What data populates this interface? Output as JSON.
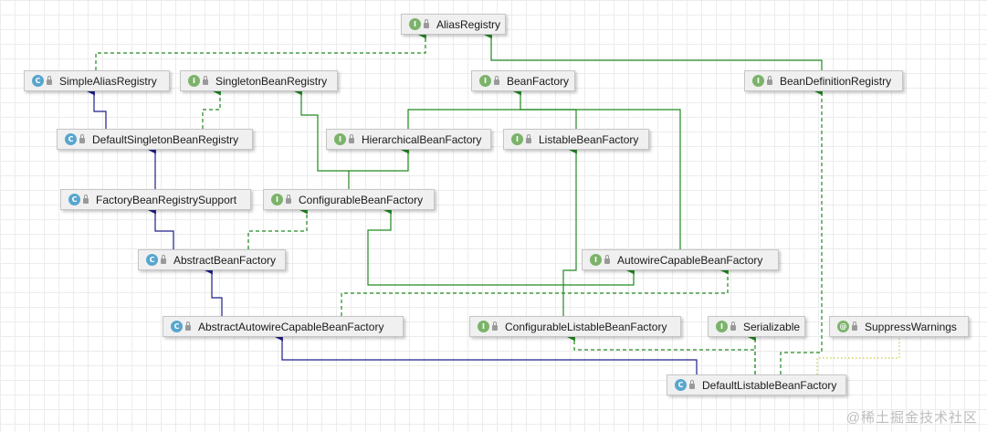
{
  "colors": {
    "inherit": "#1f1f8a",
    "implement": "#218a21",
    "dependency": "#c8c840"
  },
  "nodes": {
    "alias_registry": {
      "label": "AliasRegistry",
      "kind": "interface",
      "icon": "interface-icon"
    },
    "simple_alias_registry": {
      "label": "SimpleAliasRegistry",
      "kind": "class",
      "icon": "class-icon"
    },
    "singleton_bean_registry": {
      "label": "SingletonBeanRegistry",
      "kind": "interface",
      "icon": "interface-icon"
    },
    "bean_factory": {
      "label": "BeanFactory",
      "kind": "interface",
      "icon": "interface-icon"
    },
    "bean_definition_registry": {
      "label": "BeanDefinitionRegistry",
      "kind": "interface",
      "icon": "interface-icon"
    },
    "default_singleton_bean_registry": {
      "label": "DefaultSingletonBeanRegistry",
      "kind": "class",
      "icon": "class-icon"
    },
    "hierarchical_bean_factory": {
      "label": "HierarchicalBeanFactory",
      "kind": "interface",
      "icon": "interface-icon"
    },
    "listable_bean_factory": {
      "label": "ListableBeanFactory",
      "kind": "interface",
      "icon": "interface-icon"
    },
    "factory_bean_registry_support": {
      "label": "FactoryBeanRegistrySupport",
      "kind": "class",
      "icon": "class-icon"
    },
    "configurable_bean_factory": {
      "label": "ConfigurableBeanFactory",
      "kind": "interface",
      "icon": "interface-icon"
    },
    "abstract_bean_factory": {
      "label": "AbstractBeanFactory",
      "kind": "class",
      "icon": "class-icon"
    },
    "autowire_capable_bean_factory": {
      "label": "AutowireCapableBeanFactory",
      "kind": "interface",
      "icon": "interface-icon"
    },
    "abstract_autowire_capable_bean_factory": {
      "label": "AbstractAutowireCapableBeanFactory",
      "kind": "class",
      "icon": "class-icon"
    },
    "configurable_listable_bean_factory": {
      "label": "ConfigurableListableBeanFactory",
      "kind": "interface",
      "icon": "interface-icon"
    },
    "serializable": {
      "label": "Serializable",
      "kind": "interface",
      "icon": "interface-icon"
    },
    "suppress_warnings": {
      "label": "SuppressWarnings",
      "kind": "annotation",
      "icon": "annotation-icon"
    },
    "default_listable_bean_factory": {
      "label": "DefaultListableBeanFactory",
      "kind": "class",
      "icon": "class-icon"
    }
  },
  "watermark": "@稀土掘金技术社区"
}
